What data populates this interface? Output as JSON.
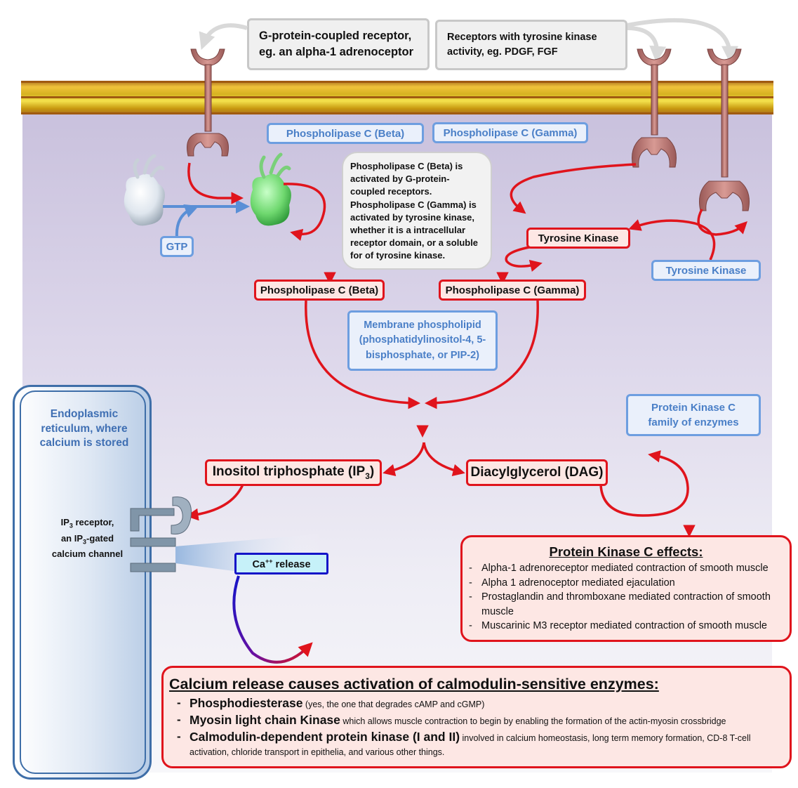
{
  "receptors": {
    "gpcr_label": "G-protein-coupled receptor, eg. an alpha-1 adrenoceptor",
    "rtk_label": "Receptors with tyrosine kinase activity, eg. PDGF, FGF"
  },
  "gtp_label": "GTP",
  "plc_beta_inactive": "Phospholipase C (Beta)",
  "plc_gamma_inactive": "Phospholipase C (Gamma)",
  "plc_beta_active": "Phospholipase C (Beta)",
  "plc_gamma_active": "Phospholipase C (Gamma)",
  "note": "Phospholipase C (Beta) is activated by G-protein-coupled receptors. Phospholipase C (Gamma) is activated by tyrosine kinase, whether it is a intracellular receptor domain, or a soluble for of tyrosine kinase.",
  "tyrosine_kinase_active": "Tyrosine Kinase",
  "tyrosine_kinase_inactive": "Tyrosine Kinase",
  "membrane_phospholipid": "Membrane phospholipid (phosphatidylinositol-4, 5-bisphosphate, or PIP-2)",
  "ip3_label": "Inositol triphosphate (IP",
  "ip3_sub": "3",
  "ip3_close": ")",
  "dag_label": "Diacylglycerol (DAG)",
  "pkc_family": "Protein Kinase C family of enzymes",
  "er": {
    "title": "Endoplasmic reticulum, where calcium is stored",
    "receptor_label_1": "IP",
    "receptor_label_1_sub": "3",
    "receptor_label_1_rest": " receptor,",
    "receptor_label_2": "an IP",
    "receptor_label_2_sub": "3",
    "receptor_label_2_rest": "-gated",
    "receptor_label_3": "calcium channel"
  },
  "ca_release": {
    "prefix": "Ca",
    "sup": "++",
    "suffix": " release"
  },
  "pkc_effects": {
    "title": "Protein Kinase C effects:",
    "items": [
      "Alpha-1 adrenoreceptor mediated contraction of smooth muscle",
      "Alpha 1 adrenoceptor mediated ejaculation",
      "Prostaglandin and thromboxane mediated contraction of smooth muscle",
      "Muscarinic M3 receptor mediated contraction of smooth muscle"
    ]
  },
  "calcium": {
    "title": "Calcium release causes activation of calmodulin-sensitive enzymes:",
    "items": [
      {
        "bold": "Phosphodiesterase",
        "detail": " (yes, the one that degrades cAMP and cGMP)"
      },
      {
        "bold": "Myosin light chain Kinase",
        "detail": " which allows muscle contraction to begin by enabling the formation of the actin-myosin crossbridge"
      },
      {
        "bold": "Calmodulin-dependent protein kinase (I and II)",
        "detail": " involved in calcium homeostasis, long term memory formation, CD-8 T-cell activation, chloride transport in epithelia, and various other things."
      }
    ]
  },
  "colors": {
    "activation_arrow": "#e0141c",
    "blue_box": "#6d9ee0",
    "membrane": "#f0c23a",
    "receptor": "#c88a86",
    "g_protein_inactive": "#dfe6ee",
    "g_protein_active": "#6fd86f"
  }
}
